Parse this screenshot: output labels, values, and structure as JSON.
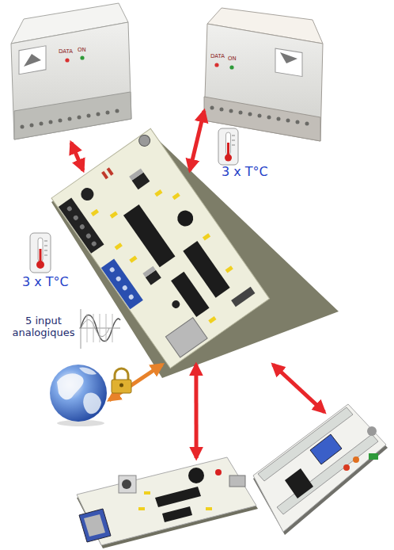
{
  "diagram": {
    "nodes": [
      {
        "text": [
          "DATA",
          "ON"
        ]
      },
      {
        "text": [
          "DATA",
          "ON"
        ]
      },
      {
        "text": []
      },
      {
        "text": []
      },
      {
        "text": []
      },
      {
        "text": []
      }
    ],
    "edges": [
      {
        "from": 0,
        "to": 2,
        "arrow": "both"
      },
      {
        "from": 1,
        "to": 2,
        "arrow": "both"
      },
      {
        "from": 3,
        "to": 2,
        "arrow": "both"
      },
      {
        "from": 4,
        "to": 2,
        "arrow": "both"
      },
      {
        "from": 5,
        "to": 2,
        "arrow": "both"
      }
    ],
    "labels": [
      "3 x T°C",
      "3 x T°C",
      "5 input analogiques"
    ]
  }
}
